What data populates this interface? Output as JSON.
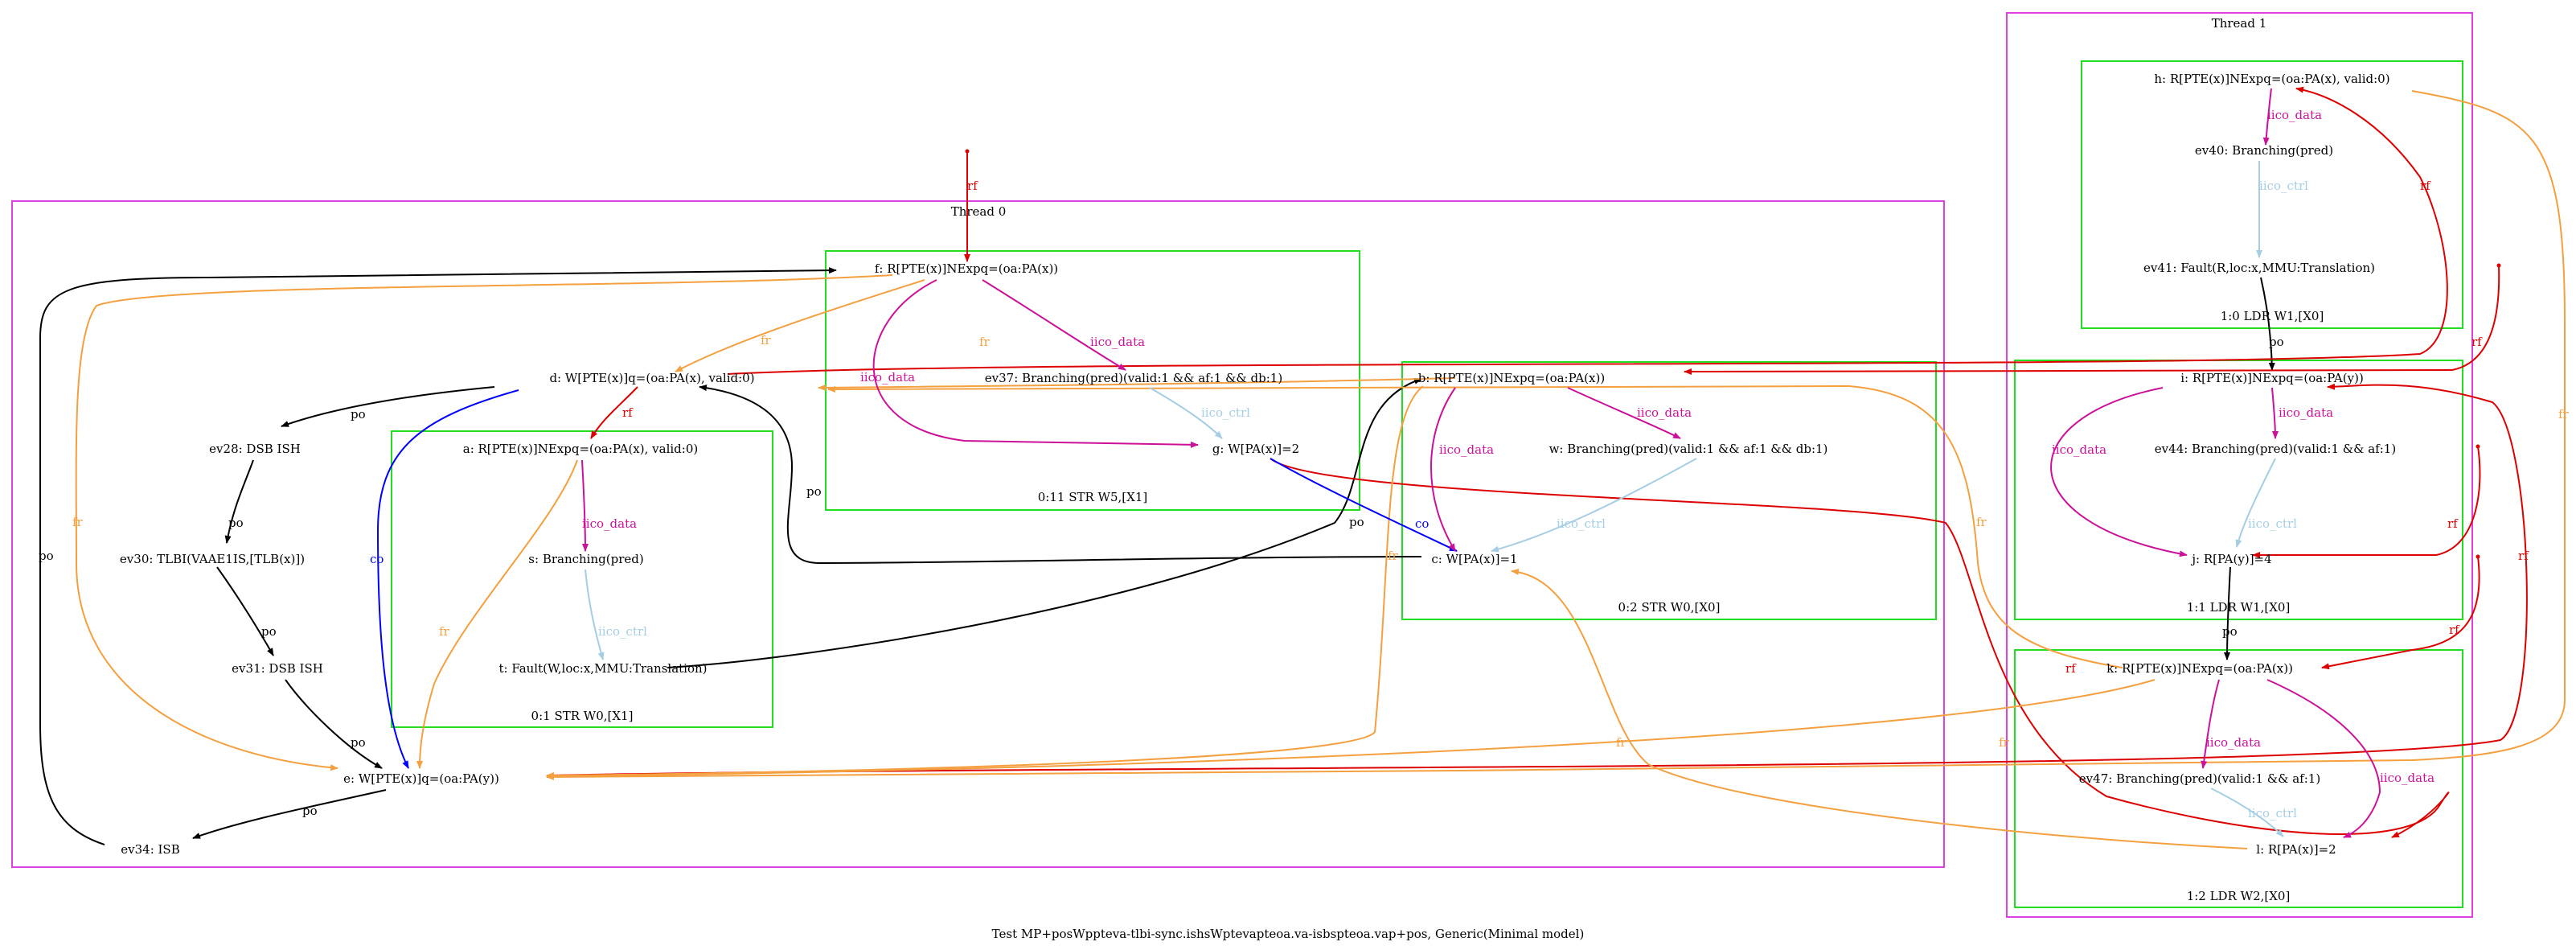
{
  "caption": "Test MP+posWppteva-tlbi-sync.ishsWptevapteoa.va-isbspteoa.vap+pos, Generic(Minimal model)",
  "clusters": {
    "thread0": "Thread 0",
    "thread1": "Thread 1",
    "t0_str_x1_11": "0:11 STR W5,[X1]",
    "t0_str_w0_x1": "0:1 STR W0,[X1]",
    "t0_str_w0_x0": "0:2 STR W0,[X0]",
    "t1_ldr_w1_x0_0": "1:0 LDR W1,[X0]",
    "t1_ldr_w1_x0_1": "1:1 LDR W1,[X0]",
    "t1_ldr_w2_x0": "1:2 LDR W2,[X0]"
  },
  "nodes": {
    "f": "f: R[PTE(x)]NExpq=(oa:PA(x))",
    "ev37": "ev37: Branching(pred)(valid:1 && af:1 && db:1)",
    "g": "g: W[PA(x)]=2",
    "d": "d: W[PTE(x)]q=(oa:PA(x), valid:0)",
    "a": "a: R[PTE(x)]NExpq=(oa:PA(x), valid:0)",
    "s": "s: Branching(pred)",
    "t": "t: Fault(W,loc:x,MMU:Translation)",
    "ev28": "ev28: DSB ISH",
    "ev30": "ev30: TLBI(VAAE1IS,[TLB(x)])",
    "ev31": "ev31: DSB ISH",
    "e": "e: W[PTE(x)]q=(oa:PA(y))",
    "ev34": "ev34: ISB",
    "b": "b: R[PTE(x)]NExpq=(oa:PA(x))",
    "w": "w: Branching(pred)(valid:1 && af:1 && db:1)",
    "c": "c: W[PA(x)]=1",
    "h": "h: R[PTE(x)]NExpq=(oa:PA(x), valid:0)",
    "ev40": "ev40: Branching(pred)",
    "ev41": "ev41: Fault(R,loc:x,MMU:Translation)",
    "i": "i: R[PTE(x)]NExpq=(oa:PA(y))",
    "ev44": "ev44: Branching(pred)(valid:1 && af:1)",
    "j": "j: R[PA(y)]=4",
    "k": "k: R[PTE(x)]NExpq=(oa:PA(x))",
    "ev47": "ev47: Branching(pred)(valid:1 && af:1)",
    "l": "l: R[PA(x)]=2"
  },
  "edge_labels": {
    "po": "po",
    "rf": "rf",
    "fr": "fr",
    "co": "co",
    "iico_data": "iico_data",
    "iico_ctrl": "iico_ctrl"
  },
  "colors": {
    "thread_border": "#e040e0",
    "instr_border": "#22dd22",
    "po": "#000000",
    "rf": "#dd0000",
    "fr": "#f4a040",
    "co": "#0000ff",
    "iico_data": "#cc1199",
    "iico_ctrl": "#a6cee3"
  }
}
